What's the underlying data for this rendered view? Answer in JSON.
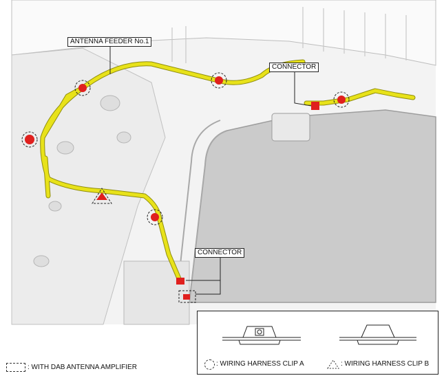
{
  "callouts": {
    "antenna_feeder": "ANTENNA FEEDER No.1",
    "connector_upper": "CONNECTOR",
    "connector_lower": "CONNECTOR"
  },
  "legend": {
    "dab_amplifier": ": WITH DAB ANTENNA AMPLIFIER",
    "clip_a": ": WIRING HARNESS CLIP A",
    "clip_b": ": WIRING HARNESS CLIP B"
  },
  "colors": {
    "harness": "#e8e21a",
    "harness_shadow": "#9a9810",
    "clip": "#e0201e",
    "body_panel": "#f2f2f2",
    "glass": "#c9c9c9"
  }
}
